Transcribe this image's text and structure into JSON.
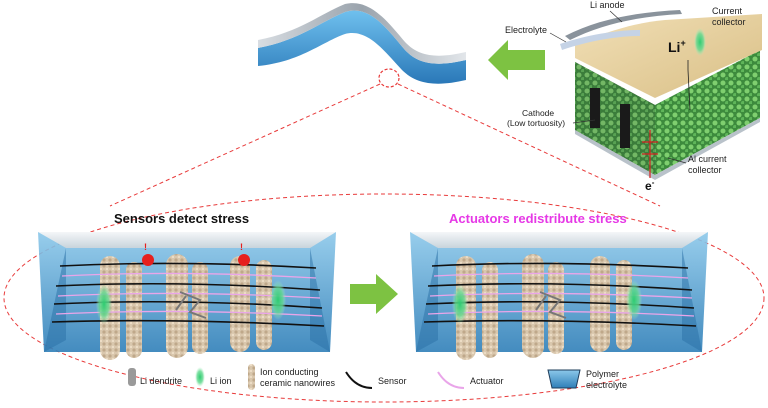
{
  "battery_labels": {
    "li_anode": "Li anode",
    "current_collector_line1": "Current",
    "current_collector_line2": "collector",
    "electrolyte": "Electrolyte",
    "li_ion": "Li",
    "li_ion_sup": "+",
    "cathode_line1": "Cathode",
    "cathode_line2": "(Low tortuosity)",
    "al_collector_line1": "Al current",
    "al_collector_line2": "collector",
    "electron": "e",
    "electron_sup": "-"
  },
  "panels": {
    "left_title": "Sensors detect stress",
    "right_title": "Actuators redistribute stress"
  },
  "colors": {
    "accent_arrow": "#7dc242",
    "right_title": "#e639e6",
    "ellipse_dash": "#e83a3a",
    "electrolyte_fill": "#5aa9d6",
    "sensor_marker": "#e6201e"
  },
  "legend": {
    "li_dendrite": "Li dendrite",
    "li_ion": "Li ion",
    "nanowire_line1": "Ion conducting",
    "nanowire_line2": "ceramic nanowires",
    "sensor": "Sensor",
    "actuator": "Actuator",
    "polymer_line1": "Polymer",
    "polymer_line2": "electrolyte"
  }
}
